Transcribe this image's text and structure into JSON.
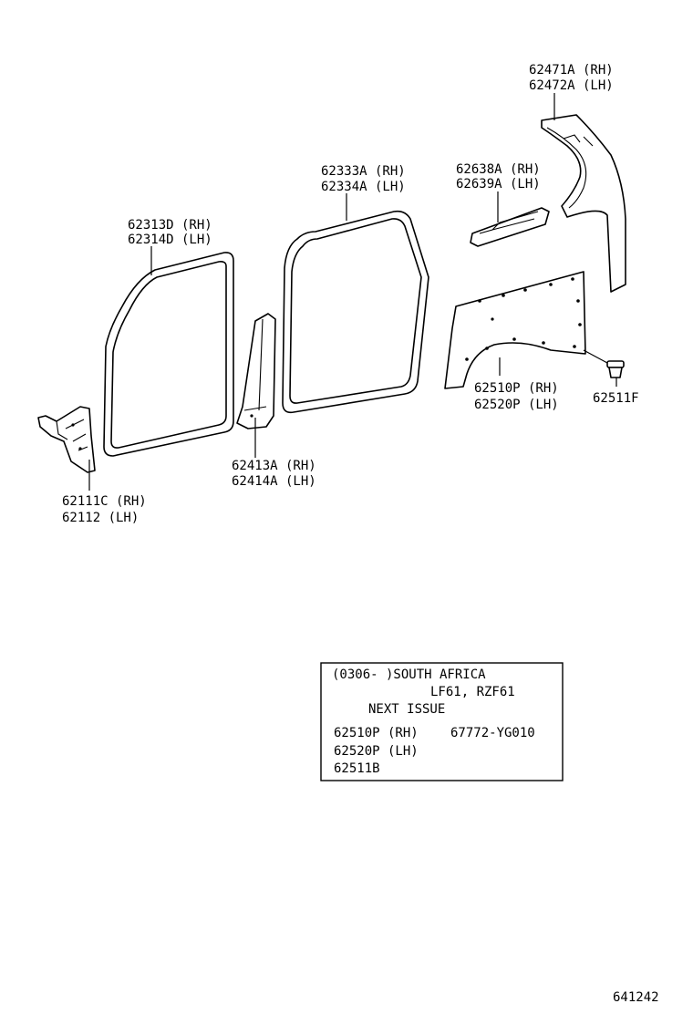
{
  "labels": {
    "quarter_trim_rh": "62471A (RH)",
    "quarter_trim_lh": "62472A (LH)",
    "trim_638_rh": "62638A (RH)",
    "trim_639_lh": "62639A (LH)",
    "rear_weatherstrip_rh": "62333A (RH)",
    "rear_weatherstrip_lh": "62334A (LH)",
    "front_weatherstrip_rh": "62313D (RH)",
    "front_weatherstrip_lh": "62314D (LH)",
    "pillar_trim_rh": "62413A (RH)",
    "pillar_trim_lh": "62414A (LH)",
    "side_panel_rh": "62510P (RH)",
    "side_panel_lh": "62520P (LH)",
    "clip": "62511F",
    "cowl_trim_rh": "62111C (RH)",
    "cowl_trim_lh": "62112   (LH)"
  },
  "note": {
    "line1": "(0306-     )SOUTH AFRICA",
    "line2": "LF61, RZF61",
    "line3": "NEXT  ISSUE",
    "line4a": "62510P (RH)",
    "line4b": "67772-YG010",
    "line5": "62520P (LH)",
    "line6": "62511B"
  },
  "figure_number": "641242"
}
